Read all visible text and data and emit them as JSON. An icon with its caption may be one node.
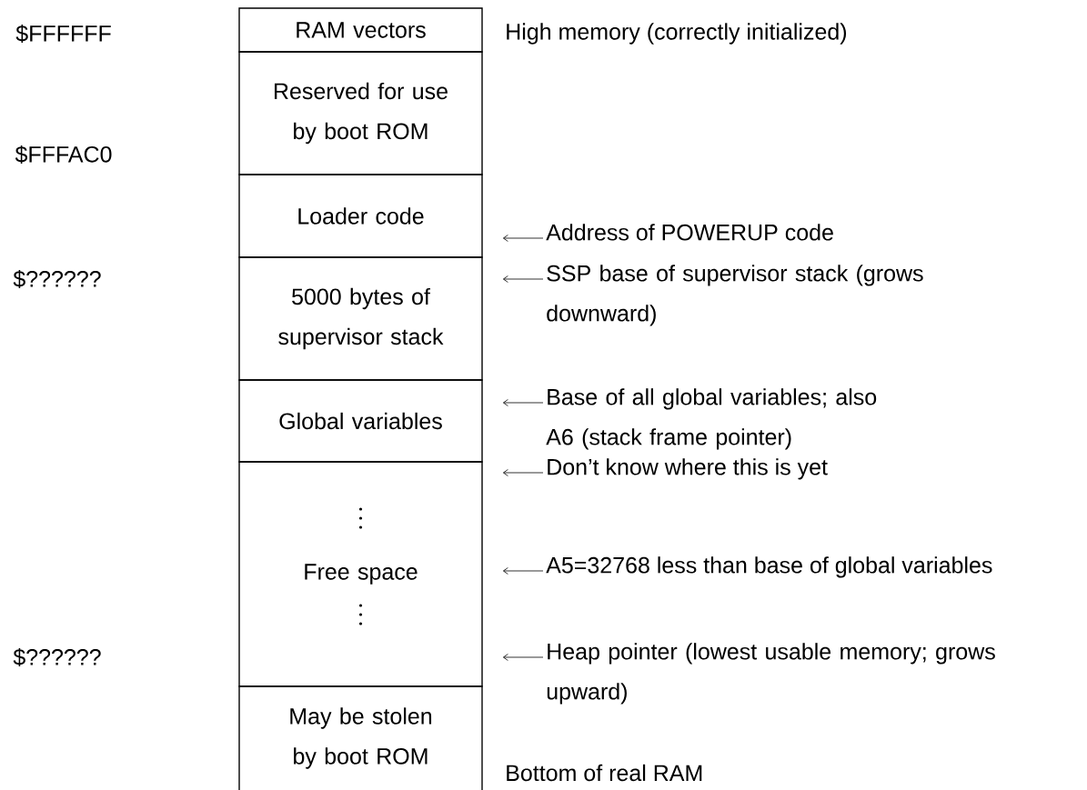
{
  "diagram": {
    "nodes": [
      {
        "text": [
          "RAM vectors"
        ]
      },
      {
        "text": [
          "Reserved for use by boot ROM"
        ]
      },
      {
        "text": [
          "Loader code"
        ]
      },
      {
        "text": [
          "5000 bytes of supervisor stack"
        ]
      },
      {
        "text": [
          "Global variables"
        ]
      },
      {
        "text": [
          "Free space"
        ]
      },
      {
        "text": [
          "May be stolen by boot ROM"
        ]
      },
      {
        "text": [
          "Address of POWERUP code"
        ]
      },
      {
        "text": [
          "SSP base of supervisor stack (grows downward)"
        ]
      },
      {
        "text": [
          "Base of all global variables; also A6 (stack frame pointer)"
        ]
      },
      {
        "text": [
          "Don’t know where this is yet"
        ]
      },
      {
        "text": [
          "A5=32768 less than base of global variables"
        ]
      },
      {
        "text": [
          "Heap pointer (lowest usable memory; grows upward)"
        ]
      }
    ],
    "edges": [
      {
        "from": 7,
        "to": 2,
        "arrow": "to"
      },
      {
        "from": 8,
        "to": 3,
        "arrow": "to"
      },
      {
        "from": 9,
        "to": 4,
        "arrow": "to"
      },
      {
        "from": 10,
        "to": 5,
        "arrow": "to"
      },
      {
        "from": 11,
        "to": 5,
        "arrow": "to"
      },
      {
        "from": 12,
        "to": 5,
        "arrow": "to"
      }
    ],
    "labels": [
      "$FFFFFF",
      "High memory (correctly initialized)",
      "$FFFAC0",
      "$??????",
      "$??????",
      "Bottom of real RAM"
    ]
  }
}
